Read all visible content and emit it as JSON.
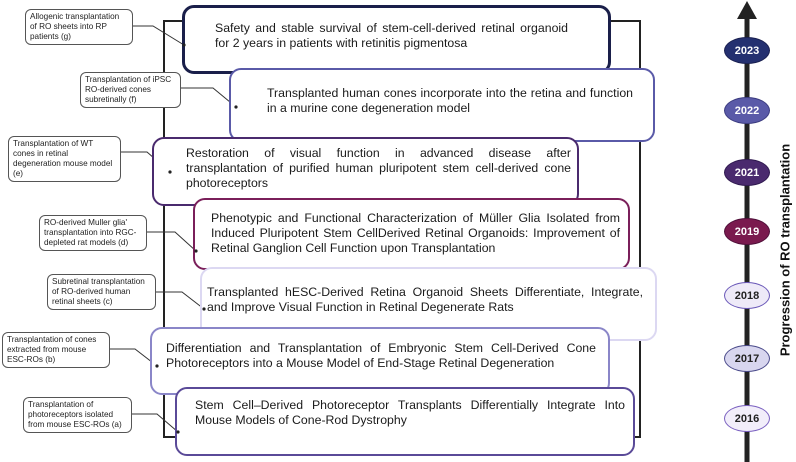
{
  "timeline": {
    "title": "Progression of RO transplantation",
    "years": [
      {
        "label": "2023",
        "fill": "#243070",
        "border": "#1a2050",
        "text": "#ffffff"
      },
      {
        "label": "2022",
        "fill": "#5a5aa8",
        "border": "#3c3c80",
        "text": "#ffffff"
      },
      {
        "label": "2021",
        "fill": "#4a2a6e",
        "border": "#301a50",
        "text": "#ffffff"
      },
      {
        "label": "2019",
        "fill": "#7a1a4e",
        "border": "#50103a",
        "text": "#ffffff"
      },
      {
        "label": "2018",
        "fill": "#eeeaf8",
        "border": "#6a58b8",
        "text": "#222222"
      },
      {
        "label": "2017",
        "fill": "#d8d6ef",
        "border": "#4a4a8a",
        "text": "#222222"
      },
      {
        "label": "2016",
        "fill": "#f2eefa",
        "border": "#7a60c0",
        "text": "#222222"
      }
    ]
  },
  "studies": [
    {
      "id": "g",
      "label": "Allogenic transplantation of RO sheets into RP patients (g)",
      "title": "Safety and stable survival of stem-cell-derived retinal organoid for 2 years in patients with retinitis pigmentosa",
      "color": "#1a1f4a"
    },
    {
      "id": "f",
      "label": "Transplantation of iPSC RO-derived cones subretinally (f)",
      "title": "Transplanted human cones incorporate into the retina and function in a murine cone degeneration model",
      "color": "#5a5aa8"
    },
    {
      "id": "e",
      "label": "Transplantation of WT cones in retinal degeneration mouse model (e)",
      "title": "Restoration of visual function in advanced disease after transplantation of purified human pluripotent stem cell-derived cone photoreceptors",
      "color": "#4a2a6e"
    },
    {
      "id": "d",
      "label": "RO-derived Muller glia' transplantation into RGC-depleted rat models (d)",
      "title": "Phenotypic and Functional Characterization of Müller Glia Isolated from Induced Pluripotent Stem CellDerived Retinal Organoids: Improvement of Retinal Ganglion Cell Function upon Transplantation",
      "color": "#7a1f5a"
    },
    {
      "id": "c",
      "label": "Subretinal transplantation of RO-derived human retinal sheets (c)",
      "title": "Transplanted hESC-Derived Retina Organoid Sheets Differentiate, Integrate, and Improve Visual Function in Retinal Degenerate Rats",
      "color": "#dcd8f2"
    },
    {
      "id": "b",
      "label": "Transplantation of cones extracted from mouse ESC-ROs (b)",
      "title": "Differentiation and Transplantation of Embryonic Stem Cell-Derived Cone Photoreceptors into a Mouse Model of End-Stage Retinal Degeneration",
      "color": "#8a86c8"
    },
    {
      "id": "a",
      "label": "Transplantation of photoreceptors isolated from mouse ESC-ROs  (a)",
      "title": "Stem Cell–Derived Photoreceptor Transplants Differentially Integrate Into Mouse Models of Cone-Rod Dystrophy",
      "color": "#5a4a98"
    }
  ]
}
